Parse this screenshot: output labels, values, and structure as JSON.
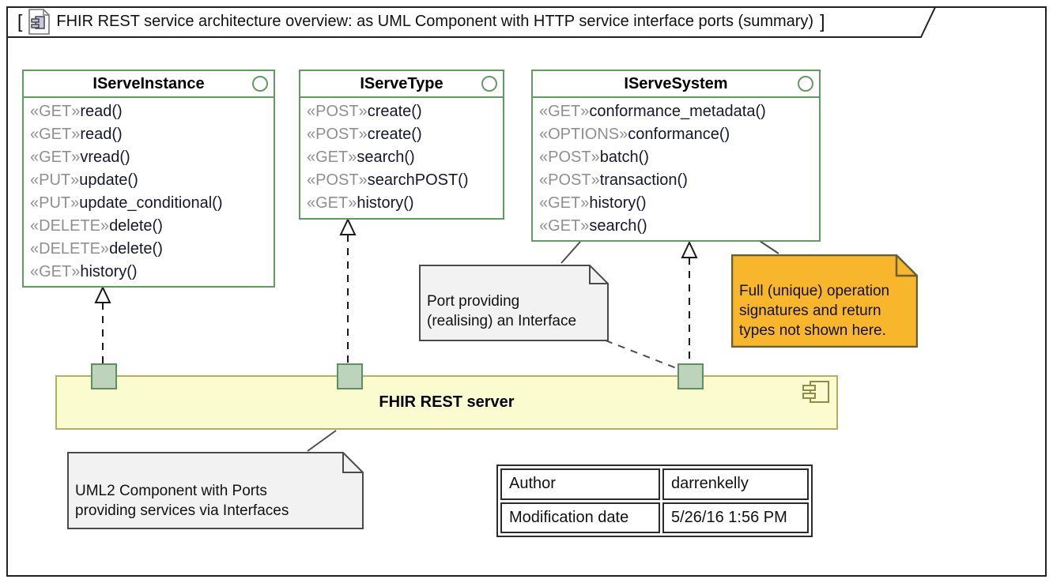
{
  "frame": {
    "bracket_open": "[",
    "bracket_close": "]",
    "title": "FHIR REST service architecture overview: as UML Component with HTTP service interface ports (summary)"
  },
  "interfaces": [
    {
      "name": "IServeInstance",
      "operations": [
        {
          "stereotype": "«GET»",
          "name": "read()"
        },
        {
          "stereotype": "«GET»",
          "name": "read()"
        },
        {
          "stereotype": "«GET»",
          "name": "vread()"
        },
        {
          "stereotype": "«PUT»",
          "name": "update()"
        },
        {
          "stereotype": "«PUT»",
          "name": "update_conditional()"
        },
        {
          "stereotype": "«DELETE»",
          "name": "delete()"
        },
        {
          "stereotype": "«DELETE»",
          "name": "delete()"
        },
        {
          "stereotype": "«GET»",
          "name": "history()"
        }
      ]
    },
    {
      "name": "IServeType",
      "operations": [
        {
          "stereotype": "«POST»",
          "name": "create()"
        },
        {
          "stereotype": "«POST»",
          "name": "create()"
        },
        {
          "stereotype": "«GET»",
          "name": "search()"
        },
        {
          "stereotype": "«POST»",
          "name": "searchPOST()"
        },
        {
          "stereotype": "«GET»",
          "name": "history()"
        }
      ]
    },
    {
      "name": "IServeSystem",
      "operations": [
        {
          "stereotype": "«GET»",
          "name": "conformance_metadata()"
        },
        {
          "stereotype": "«OPTIONS»",
          "name": "conformance()"
        },
        {
          "stereotype": "«POST»",
          "name": "batch()"
        },
        {
          "stereotype": "«POST»",
          "name": "transaction()"
        },
        {
          "stereotype": "«GET»",
          "name": "history()"
        },
        {
          "stereotype": "«GET»",
          "name": "search()"
        }
      ]
    }
  ],
  "component": {
    "label": "FHIR REST server"
  },
  "notes": {
    "port_note": {
      "line1": "Port providing",
      "line2": "(realising) an Interface"
    },
    "signature_note": {
      "line1": "Full (unique) operation",
      "line2": "signatures and return",
      "line3": "types not shown here."
    },
    "component_note": {
      "line1": "UML2 Component with Ports",
      "line2": "providing services via Interfaces"
    }
  },
  "properties_table": {
    "rows": [
      {
        "key": "Author",
        "value": "darrenkelly"
      },
      {
        "key": "Modification date",
        "value": "5/26/16 1:56 PM"
      }
    ]
  },
  "colors": {
    "interface_border": "#639a63",
    "component_fill": "#fbfbd0",
    "component_border": "#b2b060",
    "port_fill": "#bdd3bc",
    "port_border": "#5d8f62",
    "note_fill": "#f2f2f2",
    "highlight_note_fill": "#f8b62d",
    "stereotype_text": "#8f8f8f",
    "operation_text": "#16162e"
  }
}
